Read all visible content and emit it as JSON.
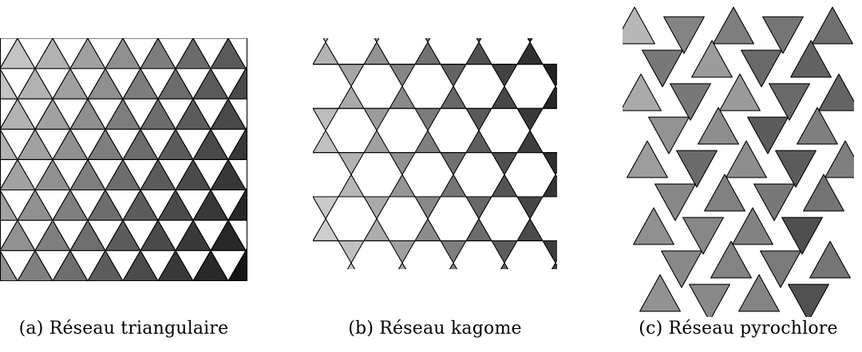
{
  "figure": {
    "panels": [
      {
        "id": "a",
        "caption": "(a)  Réseau triangulaire"
      },
      {
        "id": "b",
        "caption": "(b)  Réseau kagome"
      },
      {
        "id": "c",
        "caption": "(c)  Réseau pyrochlore"
      }
    ],
    "shading": {
      "light": "#f2f2f2",
      "dark": "#111111",
      "line": "#000000"
    }
  }
}
